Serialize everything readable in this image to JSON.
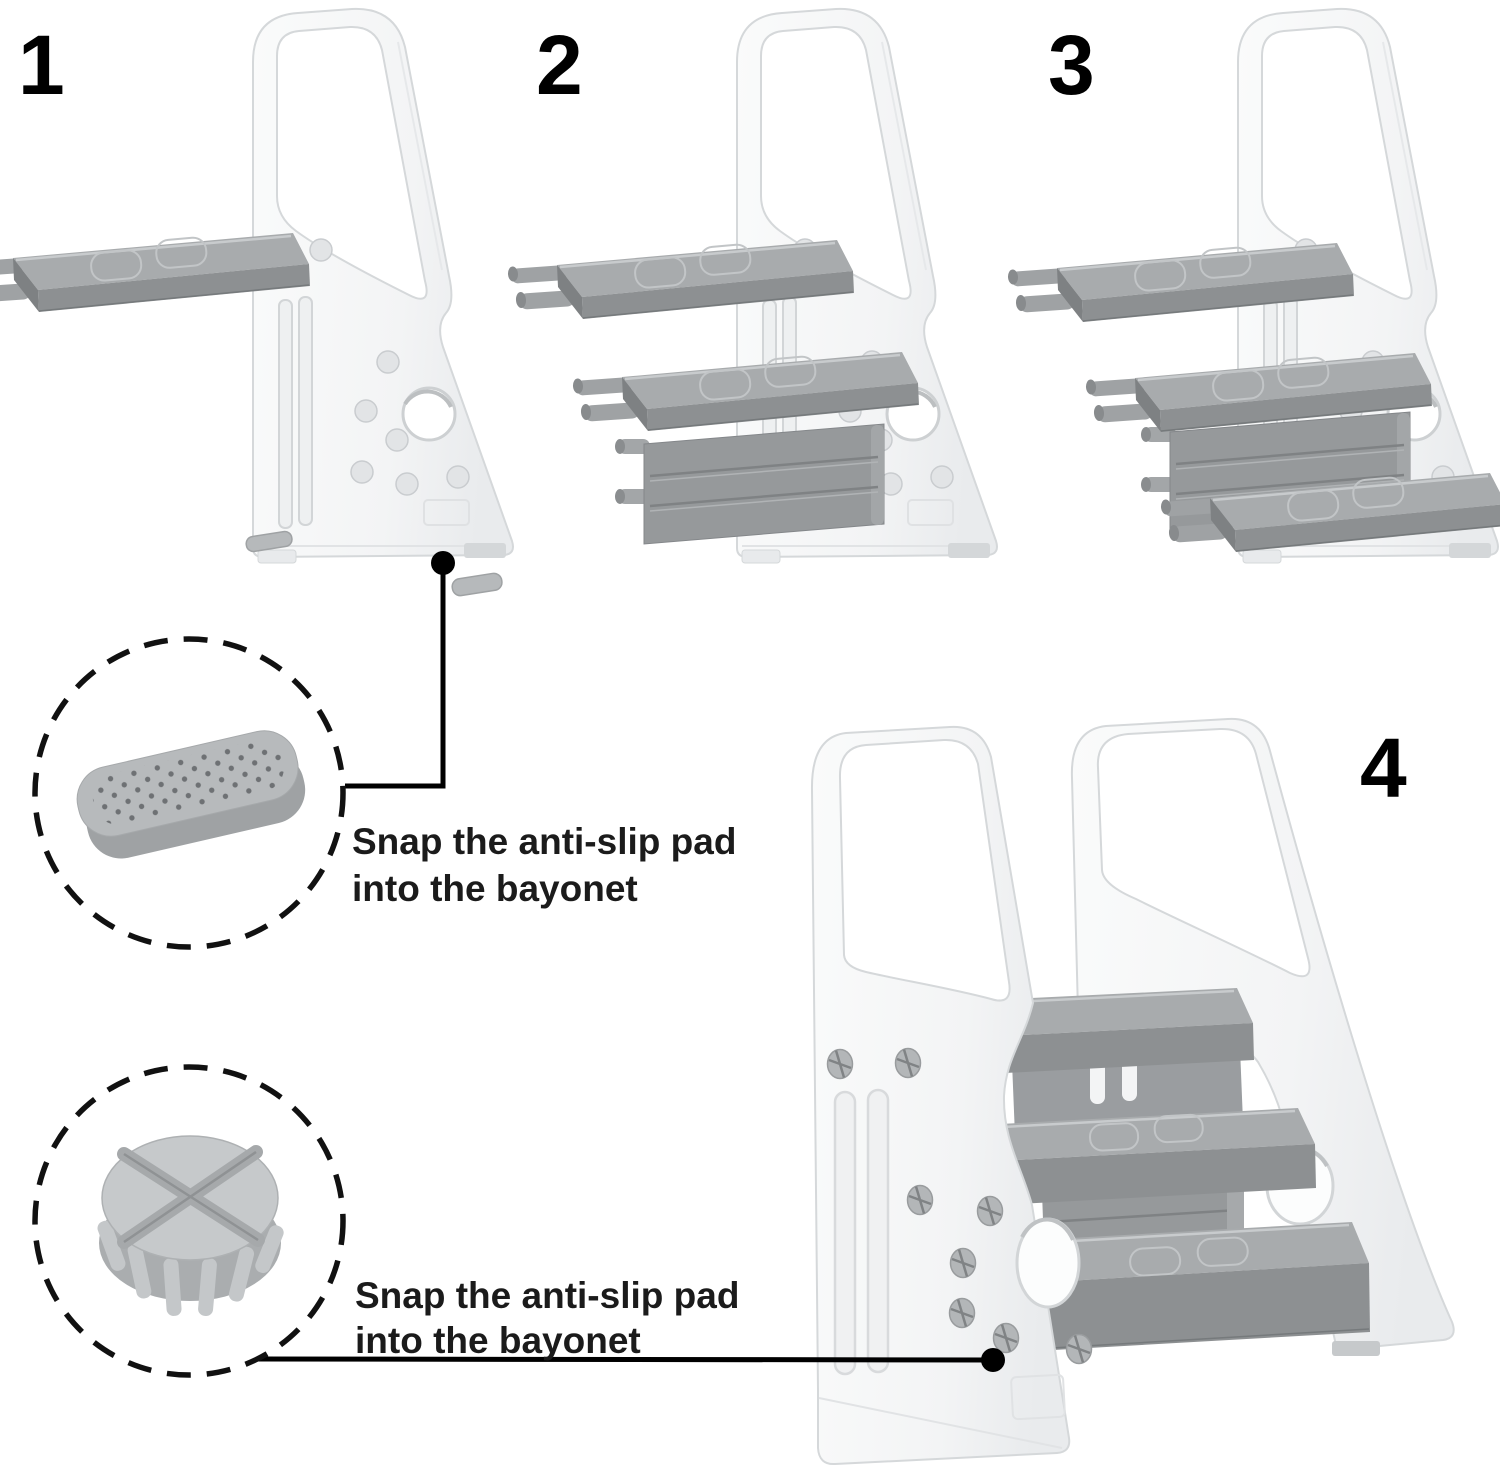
{
  "step_labels": [
    "1",
    "2",
    "3",
    "4"
  ],
  "callout_pad": {
    "icon": "anti-slip-pad-icon",
    "line1": "Snap the anti-slip pad",
    "line2": "into the bayonet"
  },
  "callout_knob": {
    "icon": "bayonet-knob-icon",
    "line1": "Snap the anti-slip pad",
    "line2": "into the bayonet"
  },
  "colors": {
    "background": "#ffffff",
    "panel_white": "#f5f6f7",
    "panel_edge": "#d5d8da",
    "step_top_gray": "#a8abad",
    "step_front_gray": "#8d9092",
    "riser_gray": "#96999b",
    "part_gray": "#b5b8ba",
    "annotation_black": "#000000"
  }
}
